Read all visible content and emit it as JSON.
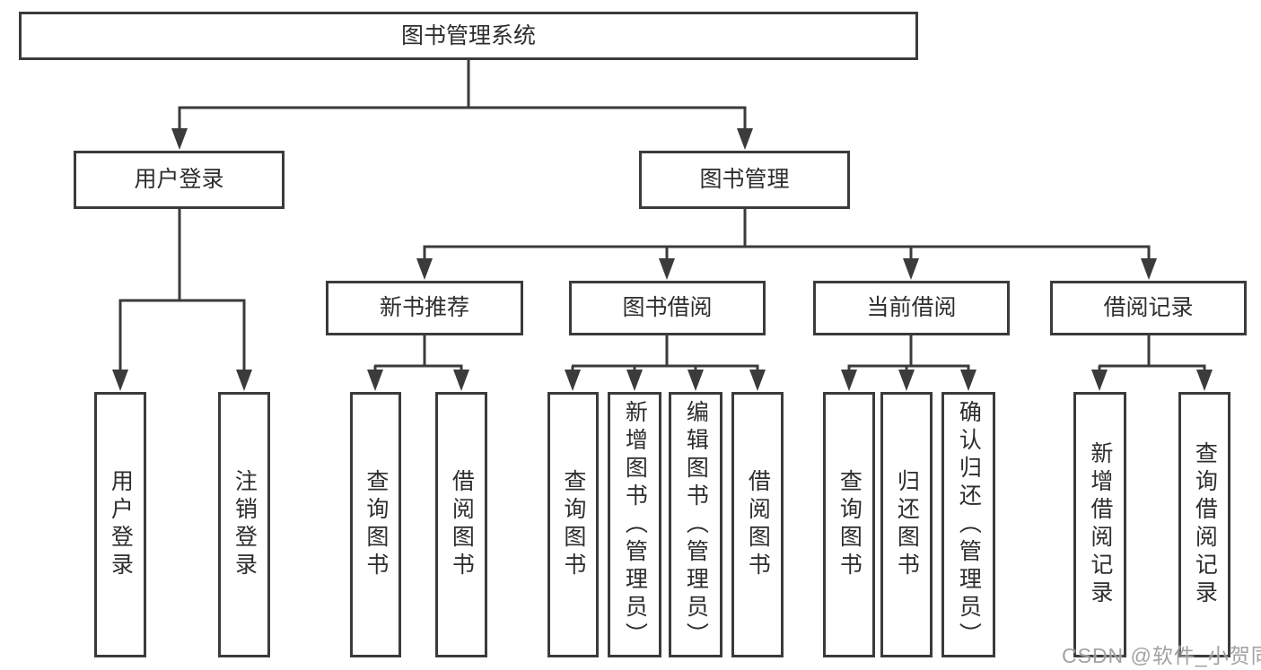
{
  "diagram": {
    "title": "图书管理系统",
    "level2": [
      {
        "id": "user-login",
        "label": "用户登录"
      },
      {
        "id": "book-management",
        "label": "图书管理"
      }
    ],
    "level3": [
      {
        "id": "new-book-recommend",
        "label": "新书推荐"
      },
      {
        "id": "book-borrow",
        "label": "图书借阅"
      },
      {
        "id": "current-borrow",
        "label": "当前借阅"
      },
      {
        "id": "borrow-records",
        "label": "借阅记录"
      }
    ],
    "leaves": [
      {
        "id": "leaf-user-login",
        "parent": "user-login",
        "label": "用户登录"
      },
      {
        "id": "leaf-logout",
        "parent": "user-login",
        "label": "注销登录"
      },
      {
        "id": "leaf-query-book-recommend",
        "parent": "new-book-recommend",
        "label": "查询图书"
      },
      {
        "id": "leaf-borrow-book-recommend",
        "parent": "new-book-recommend",
        "label": "借阅图书"
      },
      {
        "id": "leaf-query-book-borrow",
        "parent": "book-borrow",
        "label": "查询图书"
      },
      {
        "id": "leaf-add-book-admin",
        "parent": "book-borrow",
        "label": "新增图书（管理员）"
      },
      {
        "id": "leaf-edit-book-admin",
        "parent": "book-borrow",
        "label": "编辑图书（管理员）"
      },
      {
        "id": "leaf-borrow-book",
        "parent": "book-borrow",
        "label": "借阅图书"
      },
      {
        "id": "leaf-query-book-current",
        "parent": "current-borrow",
        "label": "查询图书"
      },
      {
        "id": "leaf-return-book",
        "parent": "current-borrow",
        "label": "归还图书"
      },
      {
        "id": "leaf-confirm-return-admin",
        "parent": "current-borrow",
        "label": "确认归还（管理员）"
      },
      {
        "id": "leaf-add-borrow-record",
        "parent": "borrow-records",
        "label": "新增借阅记录"
      },
      {
        "id": "leaf-query-borrow-record",
        "parent": "borrow-records",
        "label": "查询借阅记录"
      }
    ]
  },
  "watermark": "CSDN @软件_小贺同学",
  "colors": {
    "line": "#3b3b3b",
    "box_border": "#3b3b3b",
    "text": "#2d2d2d",
    "background": "#ffffff",
    "watermark": "#989898"
  }
}
